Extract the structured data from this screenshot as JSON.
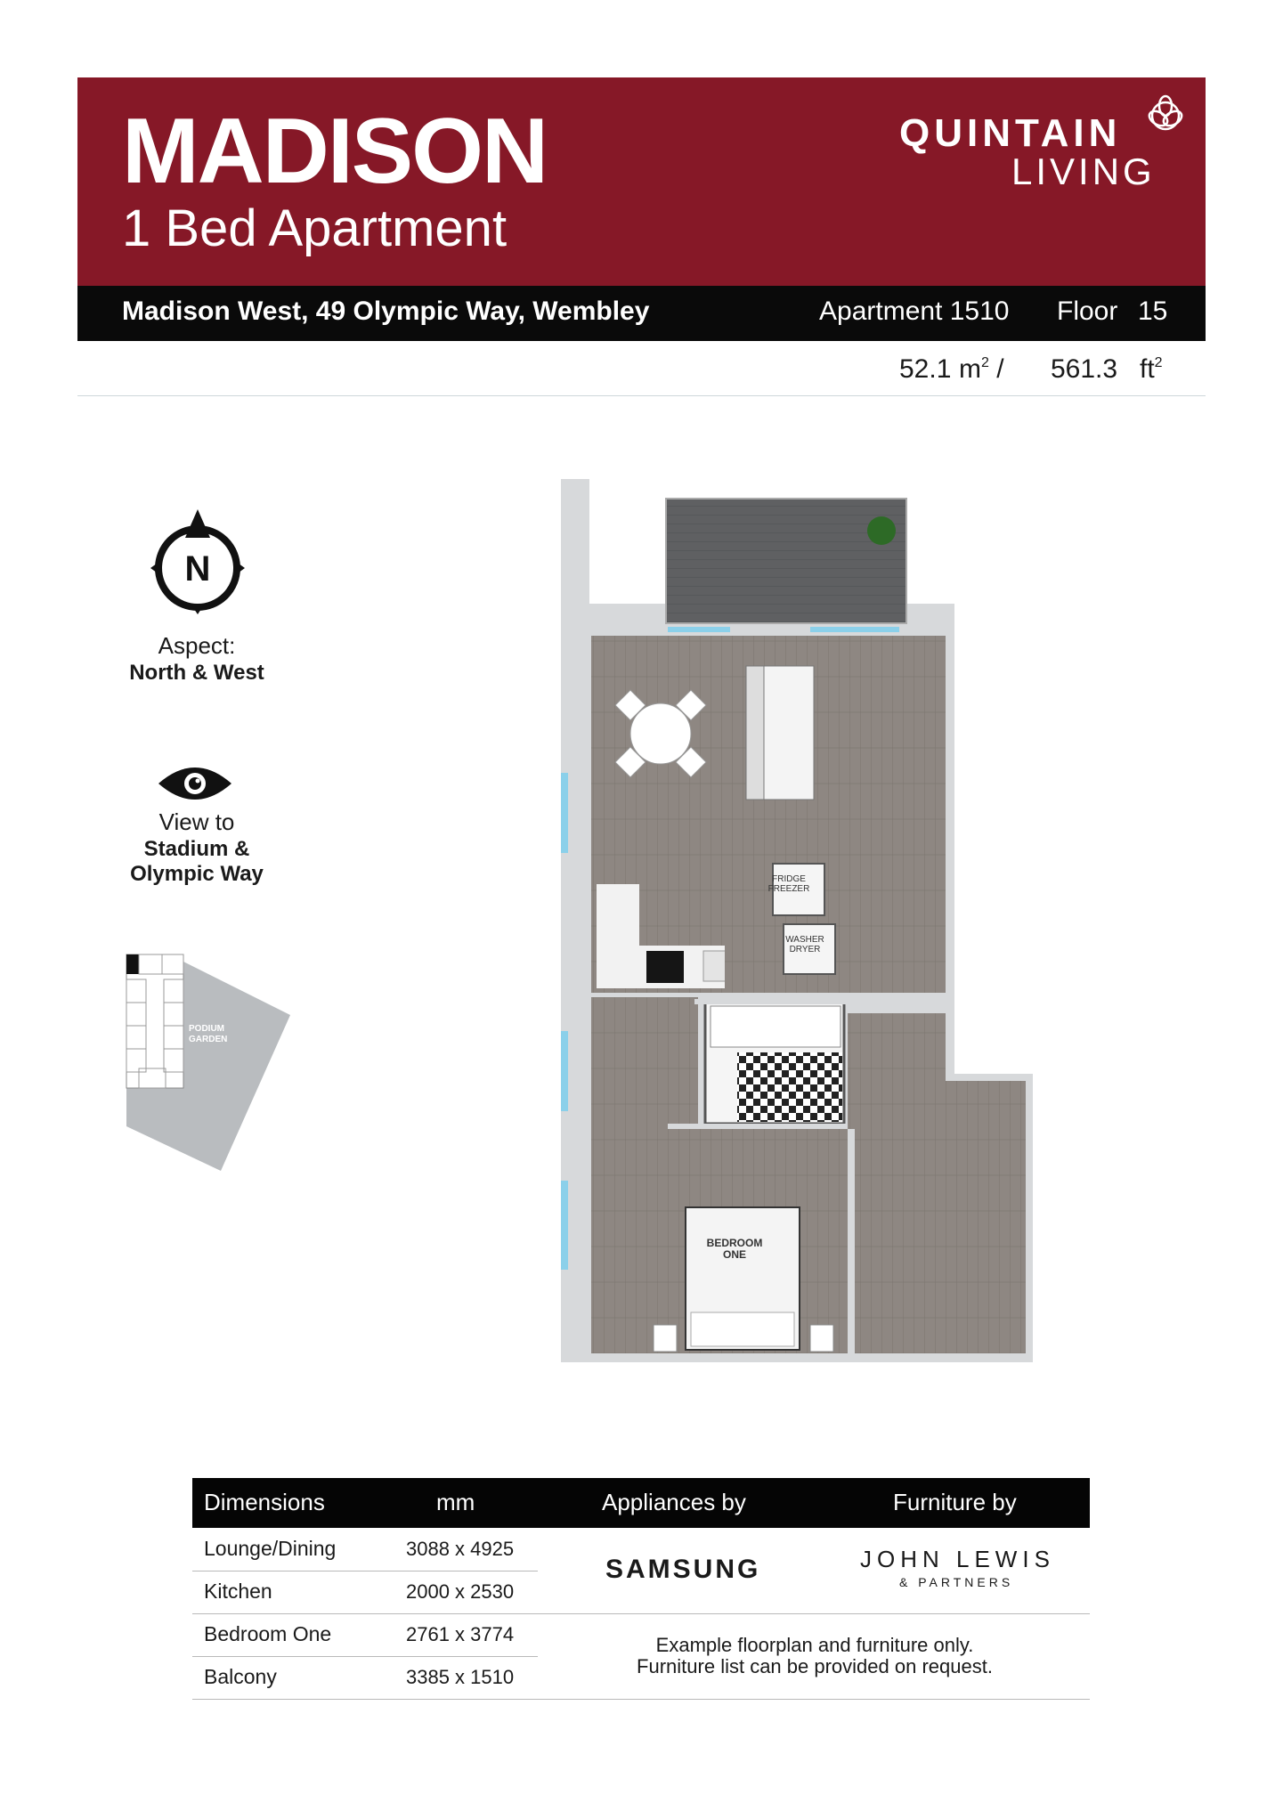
{
  "header": {
    "title": "MADISON",
    "subtitle": "1 Bed Apartment",
    "brand_line1": "QUINTAIN",
    "brand_line2": "LIVING",
    "brand_color": "#861827"
  },
  "info_bar": {
    "address": "Madison West, 49 Olympic Way, Wembley",
    "apartment": "Apartment 1510",
    "floor_label": "Floor",
    "floor_number": "15"
  },
  "area": {
    "sqm": "52.1",
    "sqm_unit": "m",
    "separator": "/",
    "sqft": "561.3",
    "sqft_unit": "ft",
    "exponent": "2"
  },
  "aspect": {
    "compass_letter": "N",
    "label": "Aspect:",
    "value": "North & West"
  },
  "view": {
    "label": "View to",
    "value_line1": "Stadium &",
    "value_line2": "Olympic Way"
  },
  "keyplan": {
    "label_line1": "PODIUM",
    "label_line2": "GARDEN"
  },
  "floorplan": {
    "fridge_line1": "FRIDGE",
    "fridge_line2": "FREEZER",
    "washer_line1": "WASHER",
    "washer_line2": "DRYER",
    "bedroom_line1": "BEDROOM",
    "bedroom_line2": "ONE"
  },
  "table": {
    "headers": [
      "Dimensions",
      "mm",
      "Appliances by",
      "Furniture by"
    ],
    "rows": [
      {
        "room": "Lounge/Dining",
        "mm": "3088 x 4925"
      },
      {
        "room": "Kitchen",
        "mm": "2000 x 2530"
      },
      {
        "room": "Bedroom One",
        "mm": "2761 x 3774"
      },
      {
        "room": "Balcony",
        "mm": "3385 x 1510"
      }
    ],
    "appliances_brand": "SAMSUNG",
    "furniture_brand_line1": "JOHN LEWIS",
    "furniture_brand_line2": "& PARTNERS",
    "note_line1": "Example floorplan and furniture only.",
    "note_line2": "Furniture list can be provided on request."
  }
}
